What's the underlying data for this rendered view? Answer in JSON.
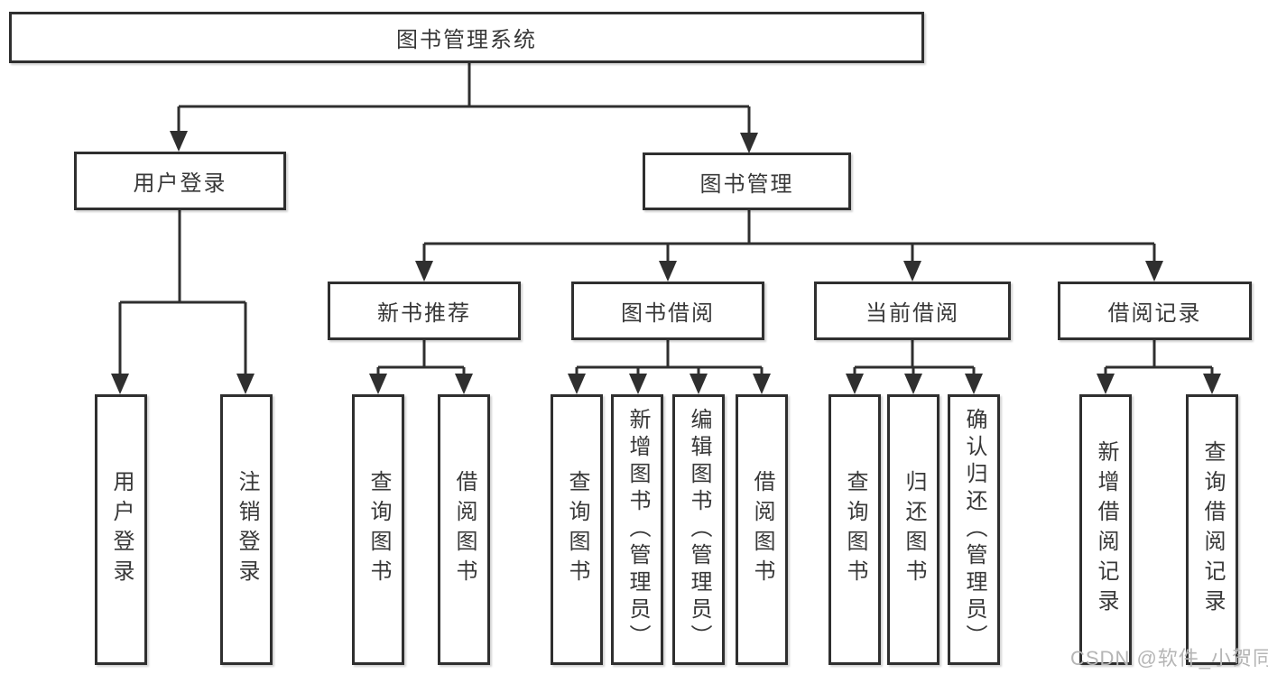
{
  "tree": {
    "label": "图书管理系统",
    "children": [
      {
        "label": "用户登录",
        "children": [
          {
            "label": "用户登录"
          },
          {
            "label": "注销登录"
          }
        ]
      },
      {
        "label": "图书管理",
        "children": [
          {
            "label": "新书推荐",
            "children": [
              {
                "label": "查询图书"
              },
              {
                "label": "借阅图书"
              }
            ]
          },
          {
            "label": "图书借阅",
            "children": [
              {
                "label": "查询图书"
              },
              {
                "label": "新增图书（管理员）"
              },
              {
                "label": "编辑图书（管理员）"
              },
              {
                "label": "借阅图书"
              }
            ]
          },
          {
            "label": "当前借阅",
            "children": [
              {
                "label": "查询图书"
              },
              {
                "label": "归还图书"
              },
              {
                "label": "确认归还（管理员）"
              }
            ]
          },
          {
            "label": "借阅记录",
            "children": [
              {
                "label": "新增借阅记录"
              },
              {
                "label": "查询借阅记录"
              }
            ]
          }
        ]
      }
    ]
  },
  "watermark": "CSDN @软件_小贺同学",
  "colors": {
    "line": "#2f2f2f",
    "text": "#383838",
    "watermark": "#b5b5b5",
    "background": "#ffffff"
  }
}
